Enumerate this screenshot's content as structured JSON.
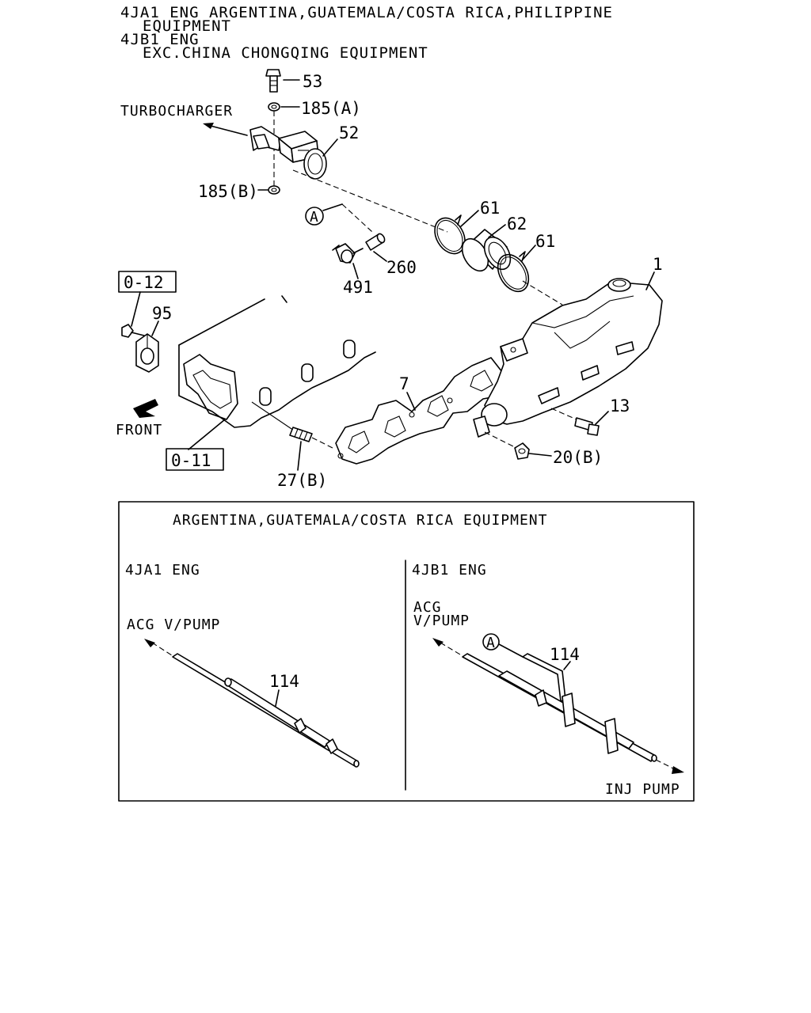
{
  "header": {
    "line1": "4JA1 ENG ARGENTINA,GUATEMALA/COSTA RICA,PHILIPPINE",
    "line2": "EQUIPMENT",
    "line3": "4JB1 ENG",
    "line4": "EXC.CHINA CHONGQING EQUIPMENT"
  },
  "callouts": {
    "p53": "53",
    "p185a": "185(A)",
    "p185b": "185(B)",
    "p52": "52",
    "p61a": "61",
    "p62": "62",
    "p61b": "61",
    "p1": "1",
    "p260": "260",
    "p491": "491",
    "p95": "95",
    "p7": "7",
    "p13": "13",
    "p20b": "20(B)",
    "p27b": "27(B)",
    "ref_a": "A",
    "ref_012": "0-12",
    "ref_011": "0-11"
  },
  "labels": {
    "turbocharger": "TURBOCHARGER",
    "front": "FRONT"
  },
  "inset": {
    "title": "ARGENTINA,GUATEMALA/COSTA RICA EQUIPMENT",
    "left_engine": "4JA1 ENG",
    "left_direction": "ACG V/PUMP",
    "left_part": "114",
    "right_engine": "4JB1 ENG",
    "right_direction_1": "ACG",
    "right_direction_2": "V/PUMP",
    "right_part": "114",
    "right_ref": "A",
    "right_bottom": "INJ PUMP"
  }
}
